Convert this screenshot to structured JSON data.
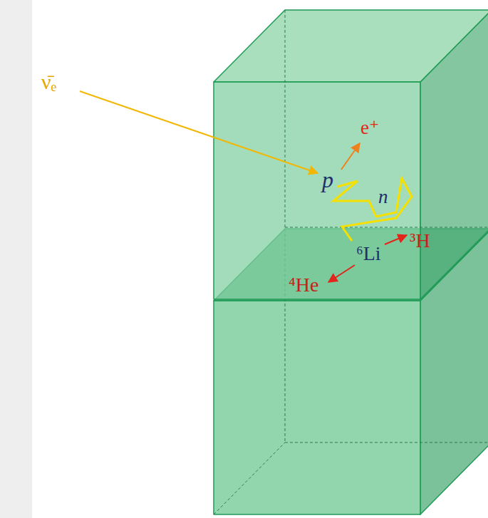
{
  "diagram": {
    "labels": [
      "ν̄ₑ",
      "e⁺",
      "p",
      "n",
      "³H",
      "⁶Li",
      "⁴He"
    ]
  }
}
